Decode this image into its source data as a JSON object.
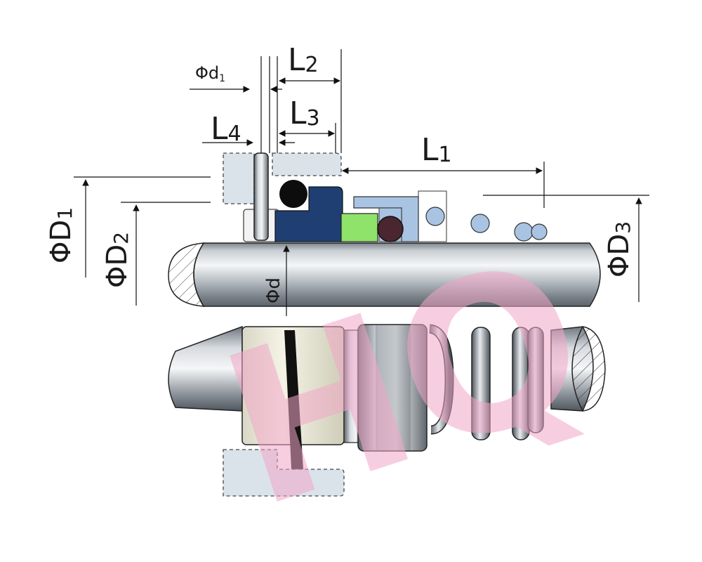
{
  "labels": {
    "phi_d1": "Φd",
    "phi_d1_sub": "1",
    "L2": "L",
    "L2_sub": "2",
    "L3": "L",
    "L3_sub": "3",
    "L4": "L",
    "L4_sub": "4",
    "L1": "L",
    "L1_sub": "1",
    "D1": "ΦD",
    "D1_sub": "1",
    "D2": "ΦD",
    "D2_sub": "2",
    "D3": "ΦD",
    "D3_sub": "3",
    "phi_d": "Φd"
  },
  "watermark": {
    "text": "HQ",
    "color": "#f2a7c8"
  },
  "colors": {
    "seat_fill": "#dbe3ea",
    "rotary_ring": "#1f3f73",
    "face": "#8fe36a",
    "oring": "#0d0d0d",
    "retainer": "#a9c4e2",
    "spring_ball": "#a9c4e2",
    "shaft_light": "#e9ecef",
    "shaft_dark": "#6b727a"
  }
}
